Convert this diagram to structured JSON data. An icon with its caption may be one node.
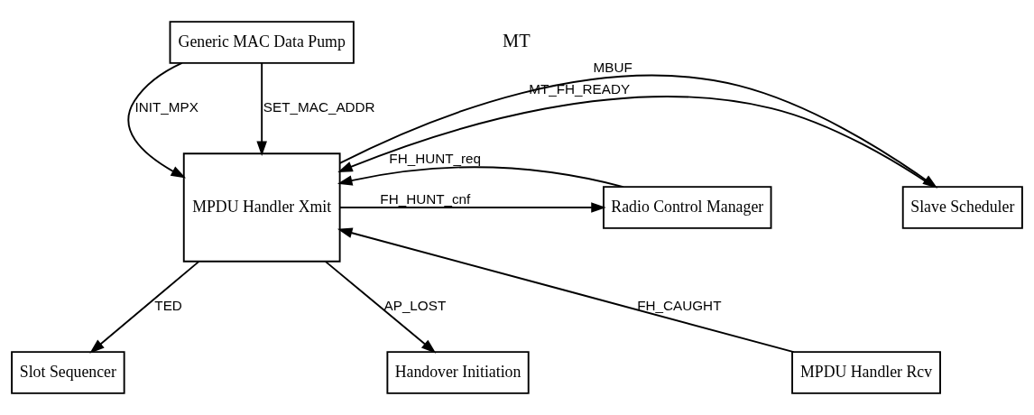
{
  "diagram": {
    "nodes": [
      {
        "text": [
          "Generic MAC Data Pump"
        ]
      },
      {
        "text": [
          "Slave Scheduler"
        ]
      },
      {
        "text": [
          "MPDU Handler Xmit"
        ]
      },
      {
        "text": [
          "Radio Control Manager"
        ]
      },
      {
        "text": [
          "Slot Sequencer"
        ]
      },
      {
        "text": [
          "Handover Initiation"
        ]
      },
      {
        "text": [
          "MPDU Handler Rcv"
        ]
      }
    ],
    "edges": [
      {
        "from": 0,
        "to": 2,
        "arrow": "to",
        "label": "INIT_MPX"
      },
      {
        "from": 0,
        "to": 2,
        "arrow": "to",
        "label": "SET_MAC_ADDR"
      },
      {
        "from": 1,
        "to": 2,
        "arrow": "to",
        "label": "MT_FH_READY"
      },
      {
        "from": 2,
        "to": 1,
        "arrow": "to",
        "label": "MBUF"
      },
      {
        "from": 2,
        "to": 3,
        "arrow": "to",
        "label": "FH_HUNT_cnf"
      },
      {
        "from": 3,
        "to": 2,
        "arrow": "to",
        "label": "FH_HUNT_req"
      },
      {
        "from": 2,
        "to": 4,
        "arrow": "to",
        "label": "TED"
      },
      {
        "from": 2,
        "to": 5,
        "arrow": "to",
        "label": "AP_LOST"
      },
      {
        "from": 6,
        "to": 2,
        "arrow": "to",
        "label": "FH_CAUGHT"
      }
    ],
    "labels": [
      "MT"
    ]
  }
}
